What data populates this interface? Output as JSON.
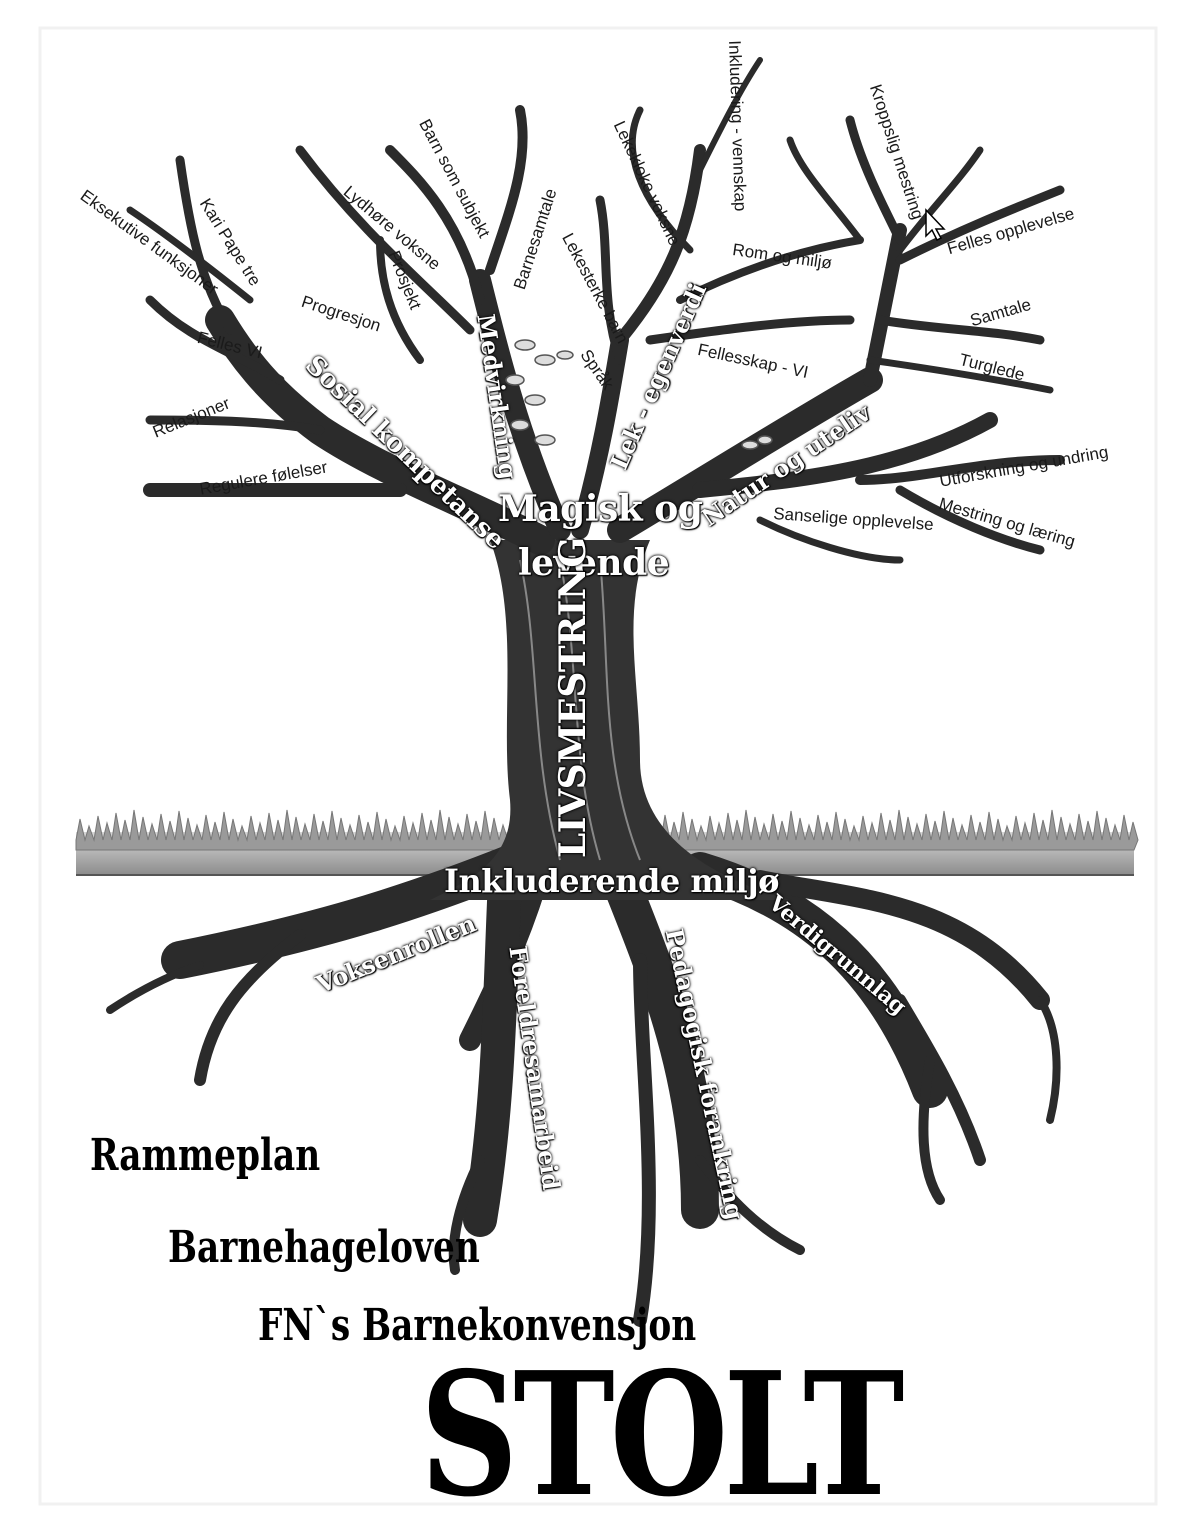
{
  "branches": [
    "Eksekutive funksjoner",
    "Kari Pape tre",
    "Felles VI",
    "Relasjoner",
    "Regulere følelser",
    "Progresjon",
    "Lydhøre voksne",
    "Prosjekt",
    "Barn som subjekt",
    "Barnesamtale",
    "Lekesterke barn",
    "Språk",
    "Lekekloke voksne",
    "Inkludering - vennskap",
    "Rom og miljø",
    "Fellesskap - VI",
    "Kroppslig mestring",
    "Felles opplevelse",
    "Samtale",
    "Turglede",
    "Utforskning og undring",
    "Sanselige opplevelse",
    "Mestring og læring"
  ],
  "limbs": [
    "Sosial kompetanse",
    "Medvirkning",
    "Lek - egenverdi",
    "Natur og uteliv",
    "Magisk og",
    "levende"
  ],
  "trunk": "LIVSMESTRING",
  "roots": [
    "Inkluderende miljø",
    "Voksenrollen",
    "Foreldresamarbeid",
    "Pedagogisk forankring",
    "Verdigrunnlag"
  ],
  "foundations": [
    "Rammeplan",
    "Barnehageloven",
    "FN`s Barnekonvensjon"
  ],
  "title": "STOLT"
}
